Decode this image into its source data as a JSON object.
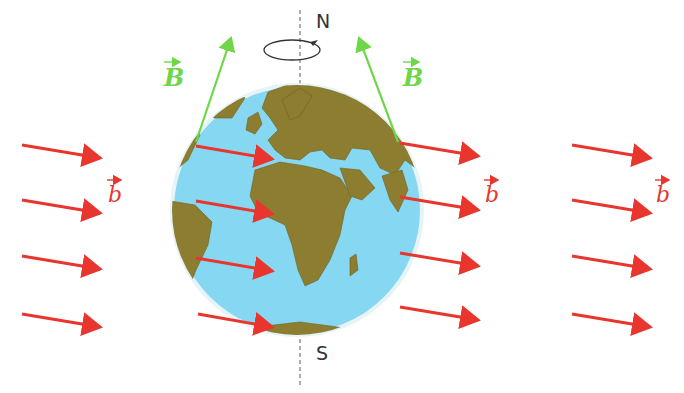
{
  "diagram": {
    "labels": [
      "N",
      "S",
      "B",
      "B",
      "b",
      "b",
      "b"
    ]
  }
}
